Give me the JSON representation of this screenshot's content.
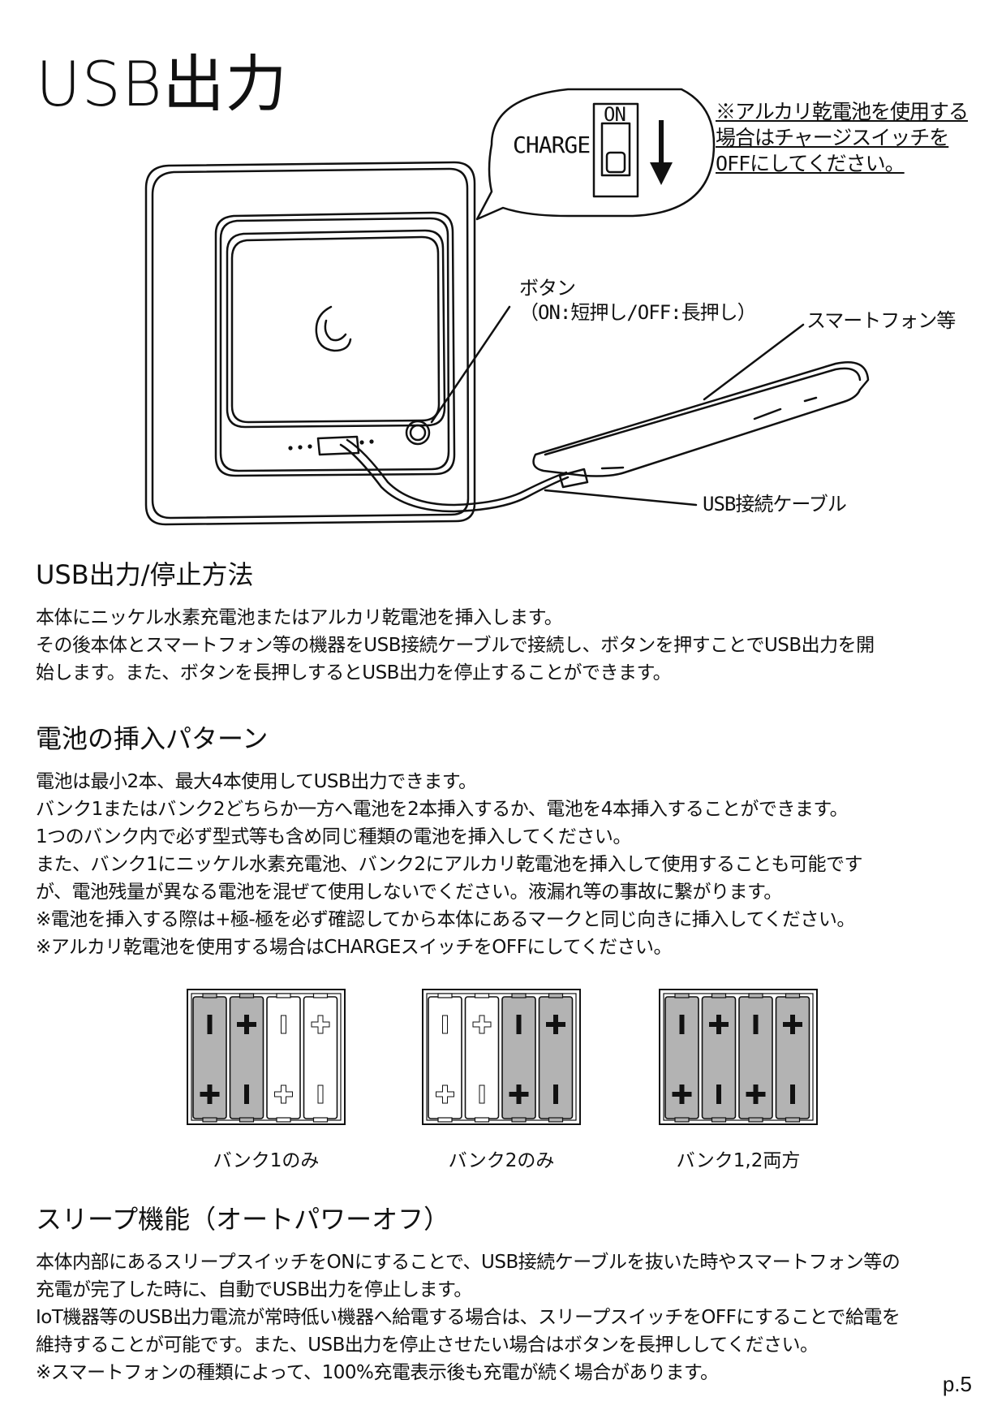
{
  "page": {
    "title": "USB出力",
    "page_number": "p.5"
  },
  "figure": {
    "callout_label": "CHARGE",
    "switch_on_label": "ON",
    "note_lines": [
      "※アルカリ乾電池を使用する",
      "場合はチャージスイッチを",
      "OFFにしてください。"
    ],
    "button_label_line1": "ボタン",
    "button_label_line2": "（ON:短押し/OFF:長押し）",
    "phone_label": "スマートフォン等",
    "cable_label": "USB接続ケーブル"
  },
  "section_output": {
    "heading": "USB出力/停止方法",
    "lines": [
      "本体にニッケル水素充電池またはアルカリ乾電池を挿入します。",
      "その後本体とスマートフォン等の機器をUSB接続ケーブルで接続し、ボタンを押すことでUSB出力を開",
      "始します。また、ボタンを長押しするとUSB出力を停止することができます。"
    ]
  },
  "section_battery": {
    "heading": "電池の挿入パターン",
    "lines": [
      "電池は最小2本、最大4本使用してUSB出力できます。",
      "バンク1またはバンク2どちらか一方へ電池を2本挿入するか、電池を4本挿入することができます。",
      "1つのバンク内で必ず型式等も含め同じ種類の電池を挿入してください。",
      "また、バンク1にニッケル水素充電池、バンク2にアルカリ乾電池を挿入して使用することも可能です",
      "が、電池残量が異なる電池を混ぜて使用しないでください。液漏れ等の事故に繋がります。",
      "※電池を挿入する際は+極-極を必ず確認してから本体にあるマークと同じ向きに挿入してください。",
      "※アルカリ乾電池を使用する場合はCHARGEスイッチをOFFにしてください。"
    ],
    "patterns": [
      {
        "caption": "バンク1のみ"
      },
      {
        "caption": "バンク2のみ"
      },
      {
        "caption": "バンク1,2両方"
      }
    ],
    "colors": {
      "filled": "#b3b3b3",
      "empty": "#ffffff",
      "stroke": "#111111"
    }
  },
  "section_sleep": {
    "heading": "スリープ機能（オートパワーオフ）",
    "lines": [
      "本体内部にあるスリープスイッチをONにすることで、USB接続ケーブルを抜いた時やスマートフォン等の",
      "充電が完了した時に、自動でUSB出力を停止します。",
      "IoT機器等のUSB出力電流が常時低い機器へ給電する場合は、スリープスイッチをOFFにすることで給電を",
      "維持することが可能です。また、USB出力を停止させたい場合はボタンを長押ししてください。",
      "※スマートフォンの種類によって、100%充電表示後も充電が続く場合があります。"
    ]
  }
}
